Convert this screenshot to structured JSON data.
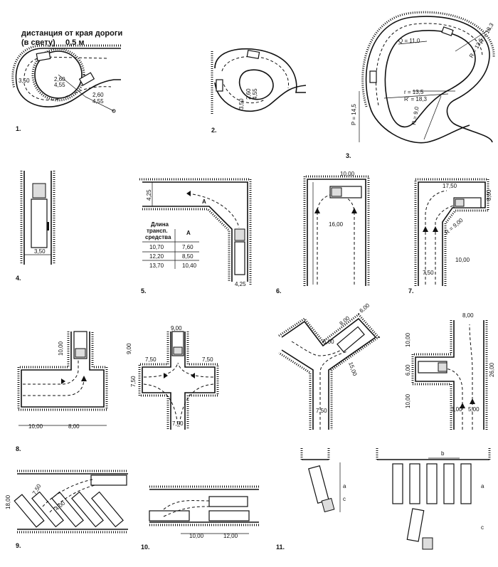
{
  "caption": {
    "line1": "дистанция от края дороги",
    "line2": "(в свету)",
    "value": "0,5 м"
  },
  "figure_numbers": [
    "1.",
    "2.",
    "3.",
    "4.",
    "5.",
    "6.",
    "7.",
    "8.",
    "9.",
    "10.",
    "11."
  ],
  "fig1": {
    "d1": "3,50",
    "d2": "2,60",
    "d3": "4,55",
    "d4": "2,60",
    "d5": "4,55"
  },
  "fig2": {
    "d1": "3,50",
    "d2": "2,60",
    "d3": "4,55"
  },
  "fig3": {
    "r1": "R' = 18,3",
    "r2": "R = 13,5",
    "q": "Q = 11,0",
    "r3": "r = 13,5",
    "r4": "R' = 18,3",
    "p": "P = 14,5",
    "r5": "R = 9,0"
  },
  "fig4": {
    "d1": "3,50"
  },
  "fig5": {
    "d_top": "4,25",
    "label_a": "A",
    "d_bottom": "4,25",
    "table": {
      "header_col1": [
        "Длина",
        "трансп.",
        "средства"
      ],
      "header_col2": "A",
      "rows": [
        [
          "10,70",
          "7,60"
        ],
        [
          "12,20",
          "8,50"
        ],
        [
          "13,70",
          "10,40"
        ]
      ]
    }
  },
  "fig6": {
    "d_top": "10,00",
    "d_mid": "16,00"
  },
  "fig7": {
    "d_top": "17,50",
    "d_right": "8,00",
    "d_r": "R = 9,00",
    "d_b1": "7,50",
    "d_b2": "10,00"
  },
  "fig8a": {
    "d_top": "10,00",
    "d_b1": "10,00",
    "d_b2": "8,00"
  },
  "fig8b": {
    "d_top": "9,00",
    "d_l": "9,00",
    "d_l2": "7,50",
    "d_r": "7,50",
    "d_lv": "7,50",
    "d_b": "7,50"
  },
  "fig8c": {
    "d1": "6,00",
    "d2": "8,00",
    "d3": "5,00",
    "d4": "15,00",
    "d5": "7,50"
  },
  "fig8d": {
    "d_top": "8,00",
    "d_l1": "10,00",
    "d_l2": "6,00",
    "d_l3": "10,00",
    "d_r": "26,00",
    "d_b1": "3,00",
    "d_b2": "5,00"
  },
  "fig9": {
    "d1": "18,00",
    "d2": "7,50",
    "d3": "4,00"
  },
  "fig10": {
    "d1": "10,00",
    "d2": "12,00"
  },
  "fig11": {
    "a": "a",
    "c": "c",
    "b": "b",
    "a2": "a",
    "c2": "c"
  }
}
